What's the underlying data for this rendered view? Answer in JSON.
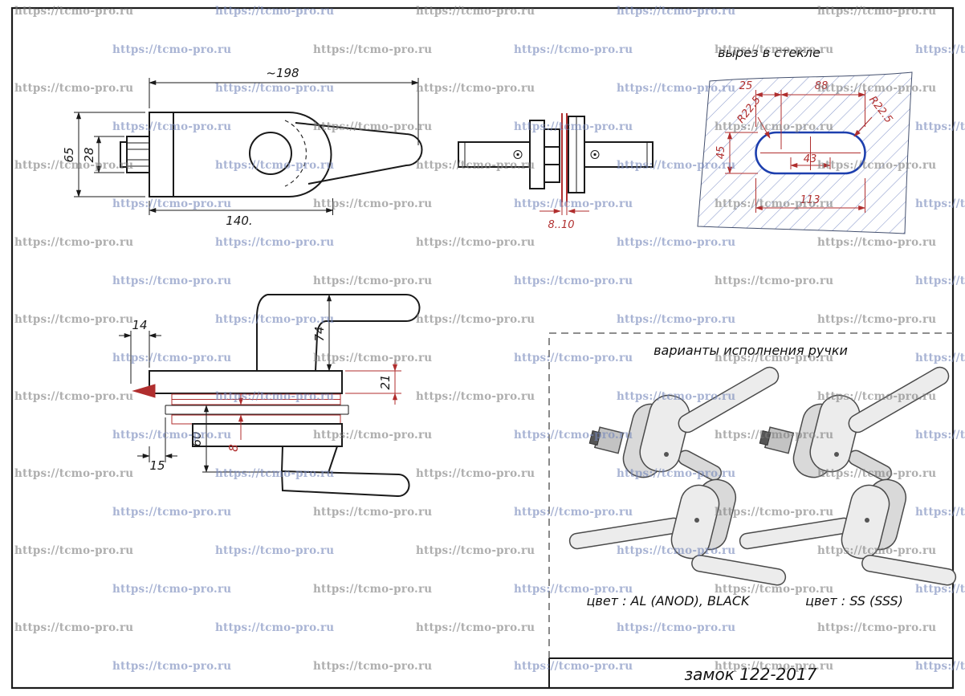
{
  "watermark": {
    "text": "https://tcmo-pro.ru"
  },
  "plan_view": {
    "dim_width_total": "~198",
    "dim_height": "65",
    "dim_spindle": "28",
    "dim_body": "140."
  },
  "front_view": {
    "dim_glass": "8..10"
  },
  "glass_cutout": {
    "label": "вырез в стекле",
    "dim_25": "25",
    "dim_88": "88",
    "radius_left": "R22.5",
    "radius_right": "R22.5",
    "dim_45": "45",
    "dim_43": "43",
    "dim_113": "113"
  },
  "side_view": {
    "dim_14": "14",
    "dim_74": "74",
    "dim_21": "21",
    "dim_15": "15",
    "dim_60": "60",
    "dim_8": "8"
  },
  "variants": {
    "title": "варианты исполнения ручки",
    "caption_left": "цвет : AL (ANOD), BLACK",
    "caption_right": "цвет : SS (SSS)"
  },
  "title_block": {
    "title": "замок 122-2017"
  }
}
